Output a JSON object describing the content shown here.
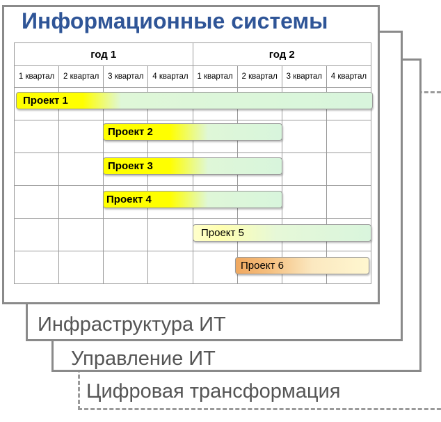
{
  "title": "Информационные системы",
  "years": [
    "год 1",
    "год 2"
  ],
  "quarters": [
    "1 квартал",
    "2 квартал",
    "3 квартал",
    "4 квартал",
    "1 квартал",
    "2 квартал",
    "3 квартал",
    "4 квартал"
  ],
  "projects": [
    {
      "label": "Проект 1"
    },
    {
      "label": "Проект 2"
    },
    {
      "label": "Проект 3"
    },
    {
      "label": "Проект 4"
    },
    {
      "label": "Проект 5"
    },
    {
      "label": "Проект 6"
    }
  ],
  "layers": {
    "infrastructure": "Инфраструктура ИТ",
    "management": "Управление ИТ",
    "digital": "Цифровая трансформация"
  },
  "colors": {
    "title": "#2f5597",
    "highlight": "#ffff00",
    "bar_fill": "#d8f5dc",
    "accent": "#f0a860"
  }
}
